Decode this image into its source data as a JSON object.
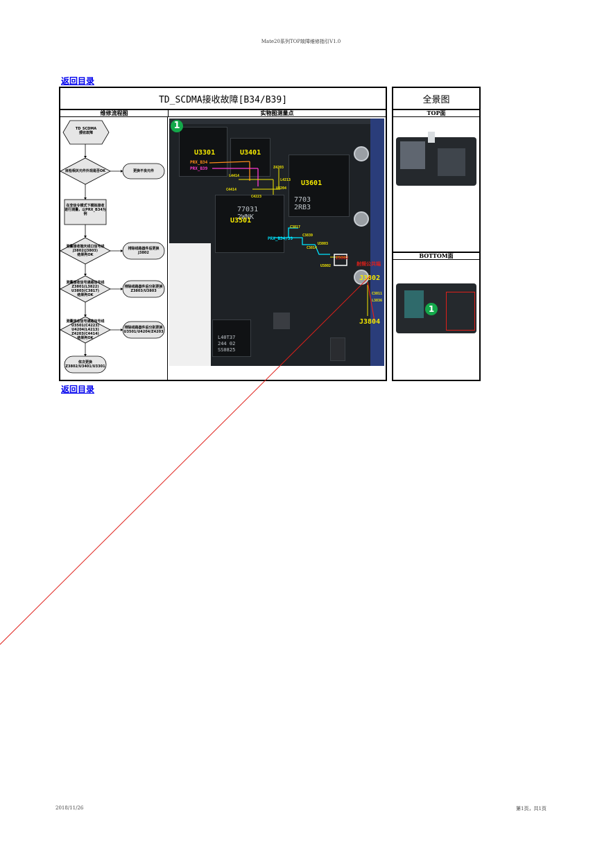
{
  "header": {
    "text": "Mate20系列TOP故障维修指引V1.0"
  },
  "nav": {
    "back_link_top": "返回目录",
    "back_link_bottom": "返回目录"
  },
  "main": {
    "title": "TD_SCDMA接收故障[B34/B39]",
    "col_flow": "维修流程图",
    "col_photo": "实物图测量点"
  },
  "overview": {
    "title": "全景图",
    "top_label": "TOP面",
    "bottom_label": "BOTTOM面",
    "marker": "1"
  },
  "flow": {
    "start": "TD_SCDMA\n接收故障",
    "check1": "目检相关元件外观是否OK",
    "action1": "更换不良元件",
    "step2": "在非信令模式下模拟接收\n进行测量，以PRX_B34为\n例",
    "check2": "测量接收端天线口信号线\nJ3802(J3803)\n结果判OK",
    "action2": "排除线路器件后更换\nJ3802",
    "check3": "测量接收信号通路信号线\nZ3801(L3822)\nU3803(C3817)\n结果判OK",
    "action3": "排除线路器件后分别更换\nZ3803/U3803",
    "check4": "测量接收信号通路信号线\nU3501(C4223)\nU4204(L4213)\nZ4203(C4414)\n结果判OK",
    "action4": "排除线路器件后分别更换\nU3501/U4204/Z4203",
    "end": "依次更换\nZ3802/U3401/U3301"
  },
  "photo": {
    "marker": "1",
    "chips": {
      "u3301": "U3301",
      "u3401": "U3401",
      "u3601": "U3601",
      "u3501": "U3501",
      "j3802": "J3802",
      "j3804": "J3804"
    },
    "signals": {
      "prx_b34": "PRX_B34",
      "prx_b39": "PRX_B39",
      "prx_b34_39": "PRX_B34/39"
    },
    "parts": {
      "z4203": "Z4203",
      "l4213": "L4213",
      "u4204": "U4204",
      "l4414": "L4414",
      "c4414": "C4414",
      "c4223": "C4223",
      "c3817": "C3817",
      "c3839": "C3839",
      "u3803": "U3803",
      "c3814": "C3814",
      "z3802": "Z3802",
      "u3802": "U3802",
      "c3811": "C3811",
      "l3836": "L3836",
      "chip_text1": "77031\n2WNK",
      "chip_text2": "7703\n2RB3",
      "chip_text3": "L40T37\n244 02\nSS0825"
    },
    "common_tag": "射频公共端"
  },
  "colors": {
    "link": "#0000ee",
    "pcb": "#1e2226",
    "label_yellow": "#f5e900",
    "signal_cyan": "#00e5ff",
    "signal_orange": "#ff8c1a",
    "signal_magenta": "#ff3ad0",
    "marker_green": "#14a84a",
    "alert_red": "#e0201a"
  },
  "footer": {
    "date": "2018/11/26",
    "page": "第1页，共1页"
  }
}
